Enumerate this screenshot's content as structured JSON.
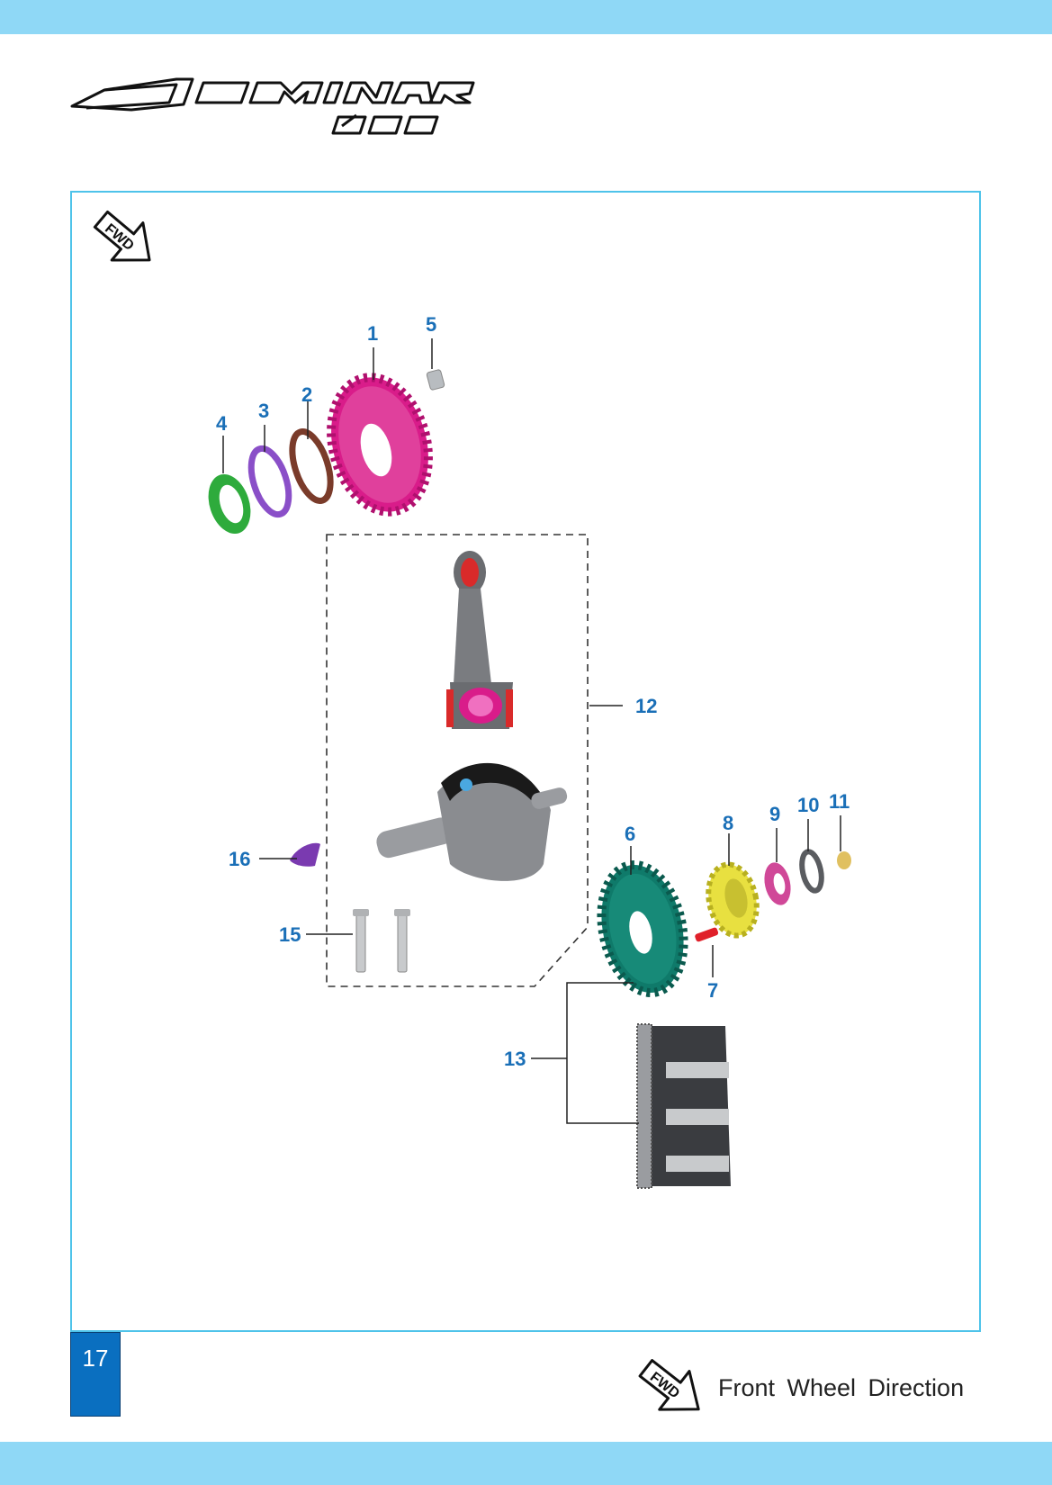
{
  "brand": {
    "logo_name": "DOMINAR",
    "logo_model": "400"
  },
  "fwd_badge": {
    "text": "FWD",
    "icon": "fwd-arrow-icon"
  },
  "callouts": {
    "c1": "1",
    "c2": "2",
    "c3": "3",
    "c4": "4",
    "c5": "5",
    "c6": "6",
    "c7": "7",
    "c8": "8",
    "c9": "9",
    "c10": "10",
    "c11": "11",
    "c12": "12",
    "c13": "13",
    "c15": "15",
    "c16": "16"
  },
  "footer": {
    "page_number": "17",
    "legend_text": "Front Wheel Direction"
  },
  "colors": {
    "band": "#8fd8f6",
    "frame": "#4ec3ea",
    "callout": "#1a6fb7",
    "page_box": "#0a6fc0",
    "gear_primary": "#d91c8a",
    "gear_secondary": "#0f7a6a",
    "washer_green": "#2eab3c",
    "washer_purple": "#8a4fc8",
    "washer_brown": "#7a3b2a",
    "bush_yellow": "#e8e040",
    "pin_red": "#e0202a",
    "crank_grey": "#8a8c90"
  }
}
